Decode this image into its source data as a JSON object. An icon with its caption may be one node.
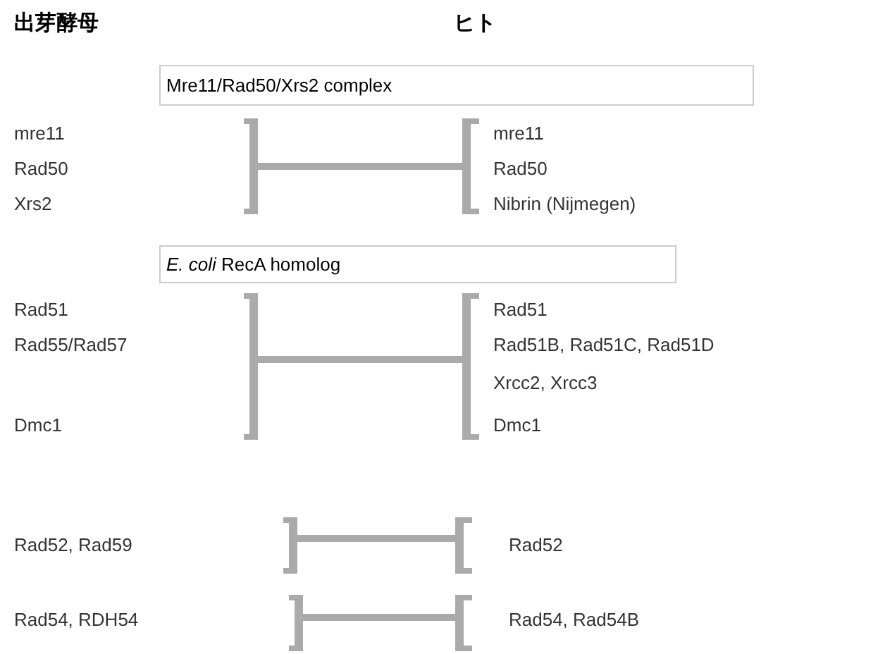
{
  "diagram": {
    "nodes": [
      {
        "text": [
          "Mre11/Rad50/Xrs2 complex"
        ]
      },
      {
        "text": [
          "mre11",
          "Rad50",
          "Xrs2"
        ]
      },
      {
        "text": [
          "mre11",
          "Rad50",
          "Nibrin (Nijmegen)"
        ]
      },
      {
        "text": [
          "*E. coli* RecA homolog"
        ]
      },
      {
        "text": [
          "Rad51",
          "Rad55/Rad57",
          "Dmc1"
        ]
      },
      {
        "text": [
          "Rad51",
          "Rad51B, Rad51C, Rad51D",
          "Xrcc2, Xrcc3",
          "Dmc1"
        ]
      },
      {
        "text": [
          "Rad52, Rad59"
        ]
      },
      {
        "text": [
          "Rad52"
        ]
      },
      {
        "text": [
          "Rad54, RDH54"
        ]
      },
      {
        "text": [
          "Rad54, Rad54B"
        ]
      }
    ],
    "edges": [
      {
        "from": 1,
        "to": 2,
        "arrow": "none"
      },
      {
        "from": 4,
        "to": 5,
        "arrow": "none"
      },
      {
        "from": 6,
        "to": 7,
        "arrow": "none"
      },
      {
        "from": 8,
        "to": 9,
        "arrow": "none"
      }
    ],
    "labels": [
      "出芽酵母",
      "ヒト"
    ]
  }
}
